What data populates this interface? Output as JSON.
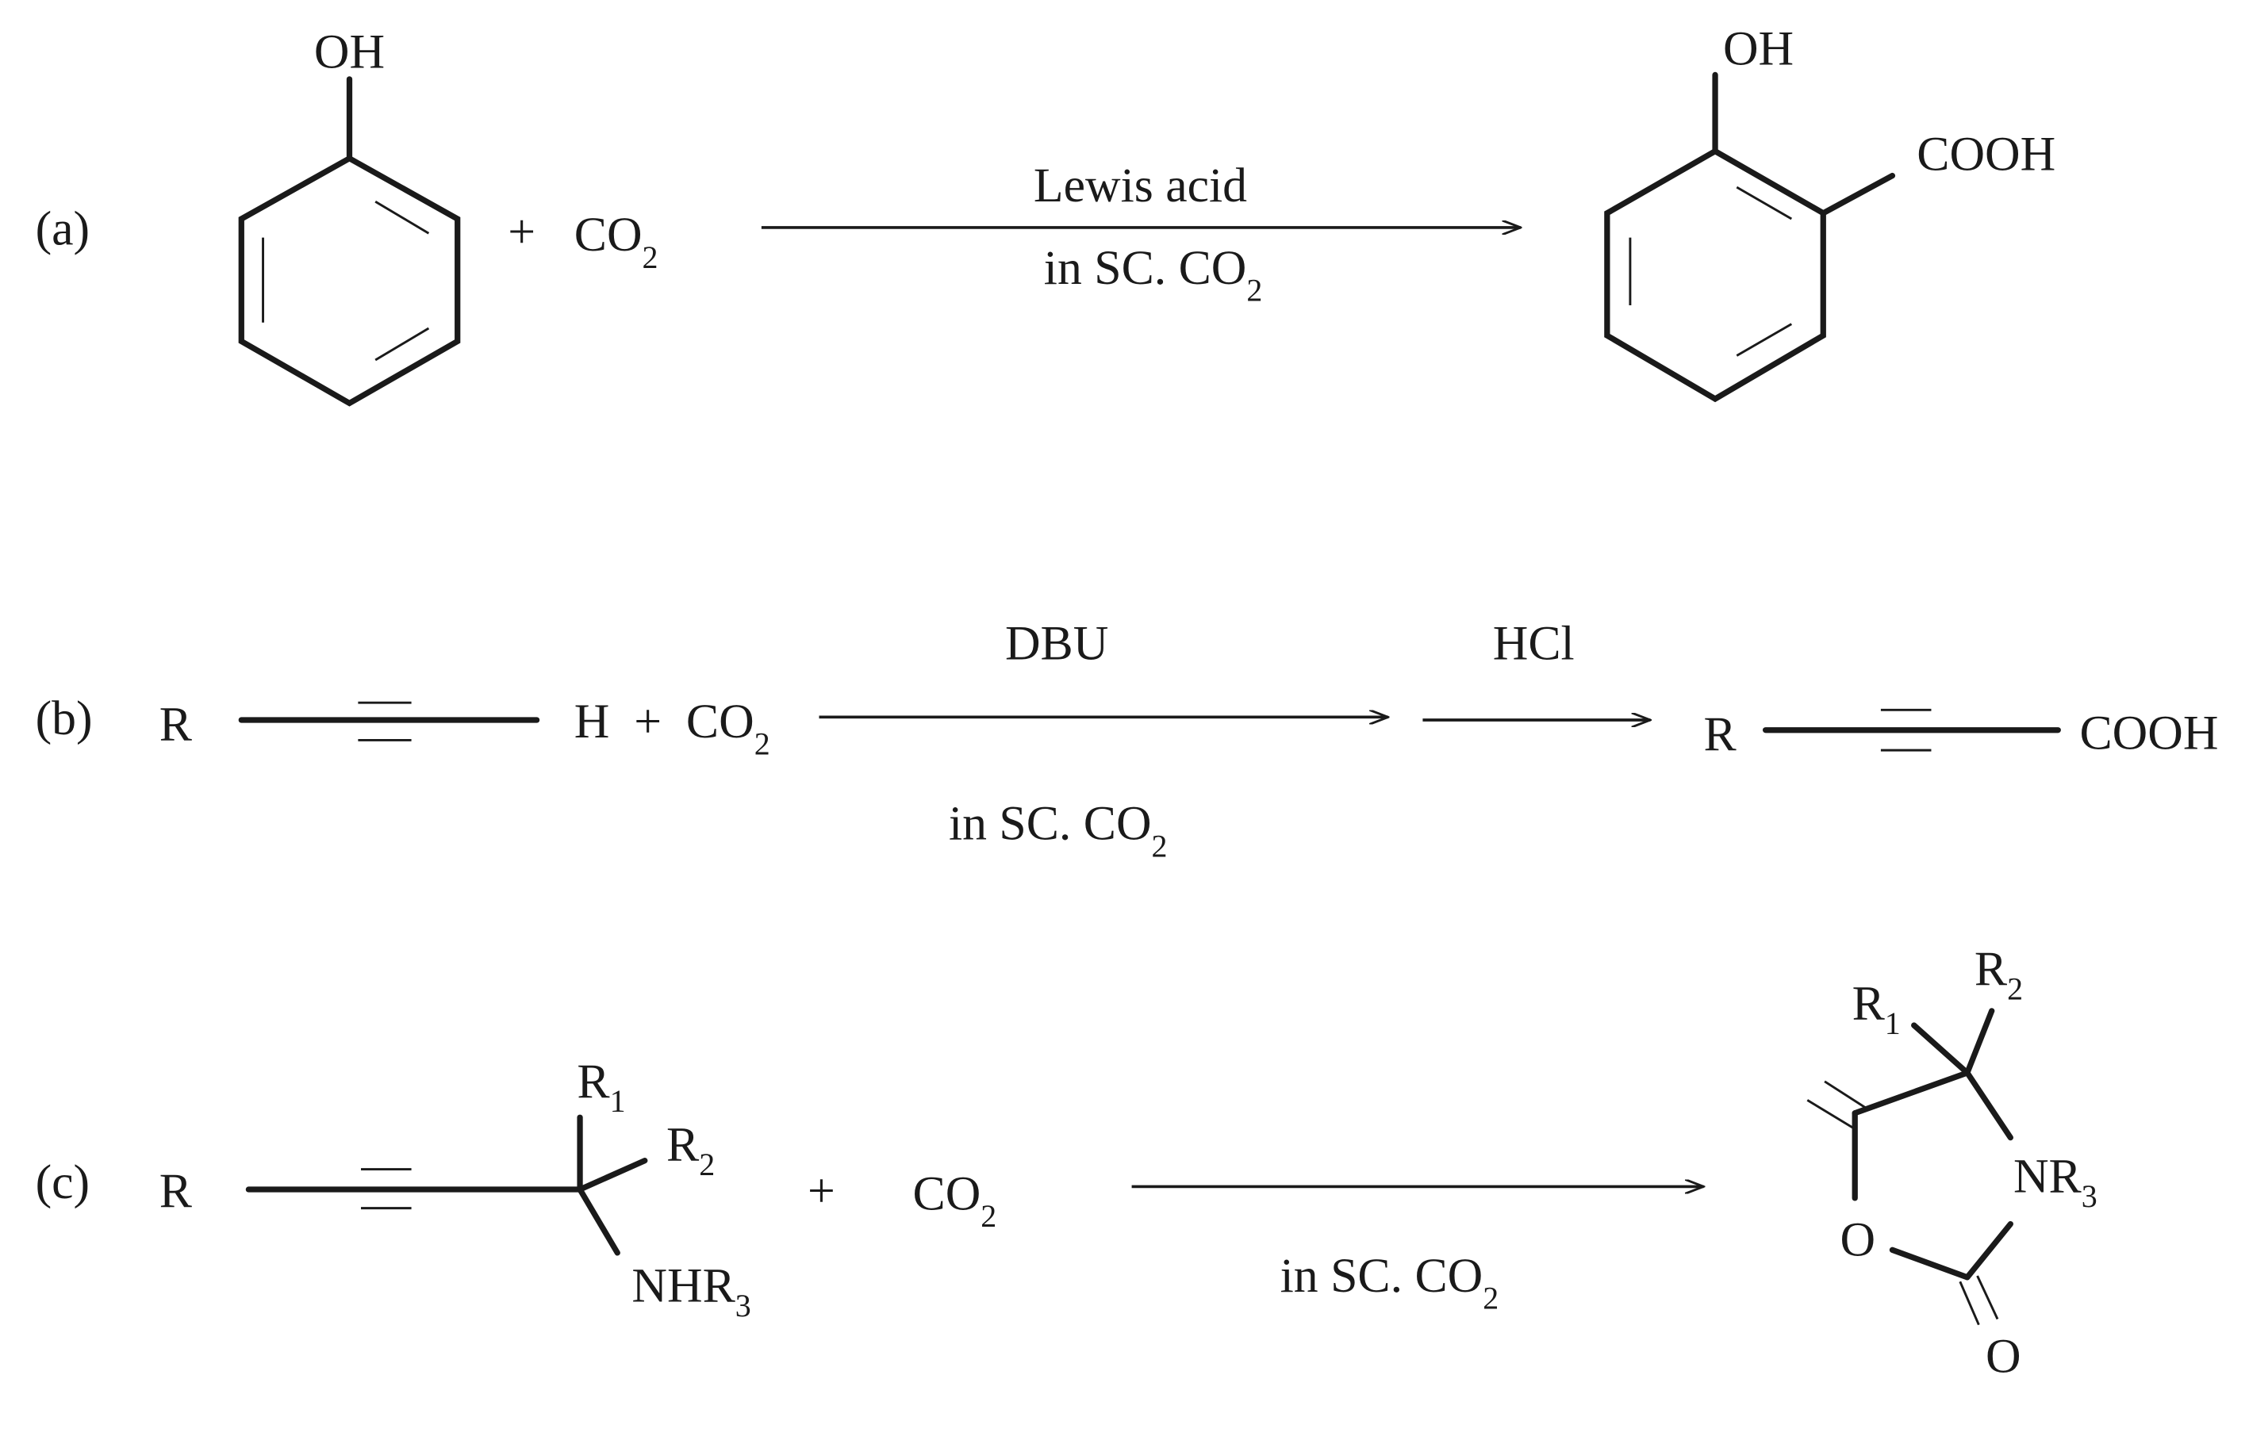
{
  "reaction_a": {
    "label": "(a)",
    "reactant_group": "OH",
    "plus": "+",
    "co2": "CO",
    "co2_sub": "2",
    "condition_top": "Lewis acid",
    "condition_bottom": "in SC. CO",
    "condition_bottom_sub": "2",
    "product_oh": "OH",
    "product_cooh": "COOH"
  },
  "reaction_b": {
    "label": "(b)",
    "r": "R",
    "h_plus": "H  +  CO",
    "co2_sub": "2",
    "reagent1": "DBU",
    "condition_bottom": "in SC. CO",
    "condition_bottom_sub": "2",
    "reagent2": "HCl",
    "product_r": "R",
    "product_cooh": "COOH"
  },
  "reaction_c": {
    "label": "(c)",
    "r": "R",
    "r1": "R",
    "r1_sub": "1",
    "r2": "R",
    "r2_sub": "2",
    "nhr3": "NHR",
    "nhr3_sub": "3",
    "plus": "+",
    "co2": "CO",
    "co2_sub": "2",
    "condition_bottom": "in SC. CO",
    "condition_bottom_sub": "2",
    "product_r1": "R",
    "product_r1_sub": "1",
    "product_r2": "R",
    "product_r2_sub": "2",
    "product_nr3": "NR",
    "product_nr3_sub": "3",
    "product_ring_o": "O",
    "product_carbonyl_o": "O"
  }
}
